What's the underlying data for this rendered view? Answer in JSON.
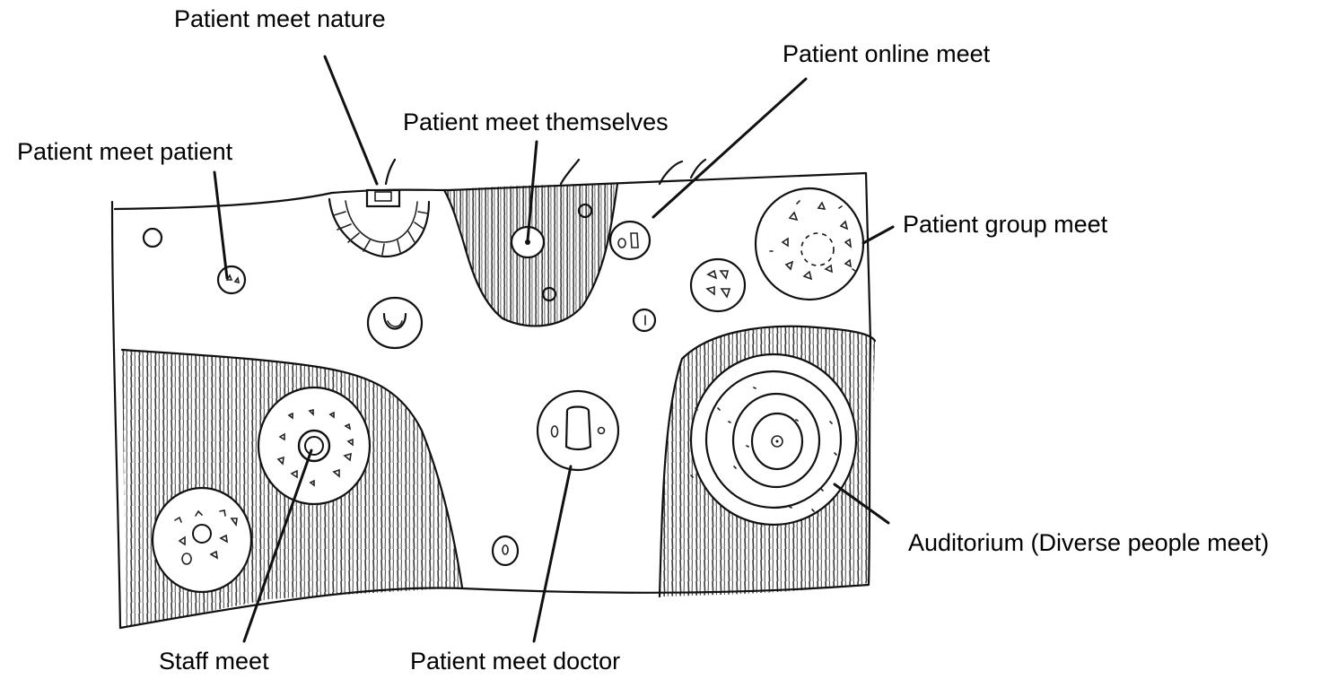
{
  "diagram": {
    "labels": {
      "nature": "Patient meet nature",
      "online": "Patient online meet",
      "themselves": "Patient meet themselves",
      "patient": "Patient meet patient",
      "group": "Patient group meet",
      "auditorium": "Auditorium (Diverse people meet)",
      "staff": "Staff meet",
      "doctor": "Patient meet doctor"
    },
    "style": {
      "ink": "#111111",
      "paper": "#ffffff"
    }
  }
}
